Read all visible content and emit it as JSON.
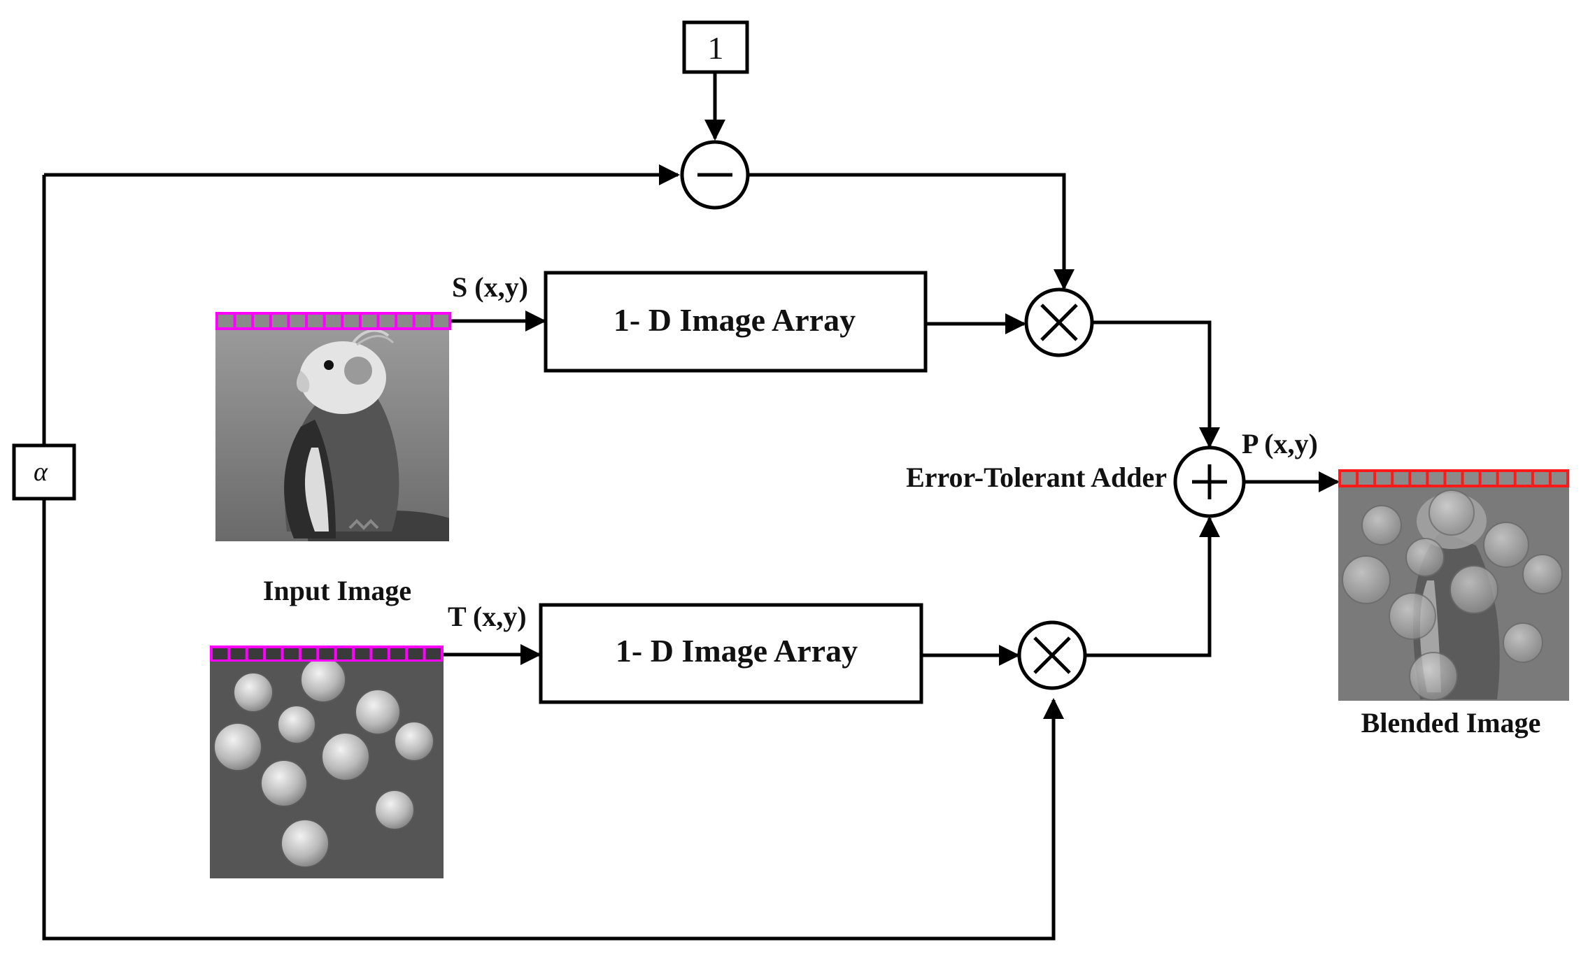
{
  "constant_label": "1",
  "alpha_label": "α",
  "signals": {
    "s": "S (x,y)",
    "t": "T (x,y)",
    "p": "P (x,y)"
  },
  "blocks": {
    "array_top": "1- D Image Array",
    "array_bottom": "1- D Image Array"
  },
  "operators": {
    "subtract_symbol": "−",
    "multiply_symbol": "×",
    "add_symbol": "+"
  },
  "labels": {
    "adder": "Error-Tolerant Adder",
    "input_image": "Input Image",
    "blended_image": "Blended Image"
  },
  "pixel_strip": {
    "input_color": "#ff00ff",
    "output_color": "#ff1a1a",
    "cell_color": "#8a8a8a",
    "cell_dark": "#3a3a3a"
  },
  "images": {
    "parrot": "grayscale-parrot-photo",
    "coins": "grayscale-coins-photo",
    "blended": "blended-parrot-coins-photo"
  }
}
